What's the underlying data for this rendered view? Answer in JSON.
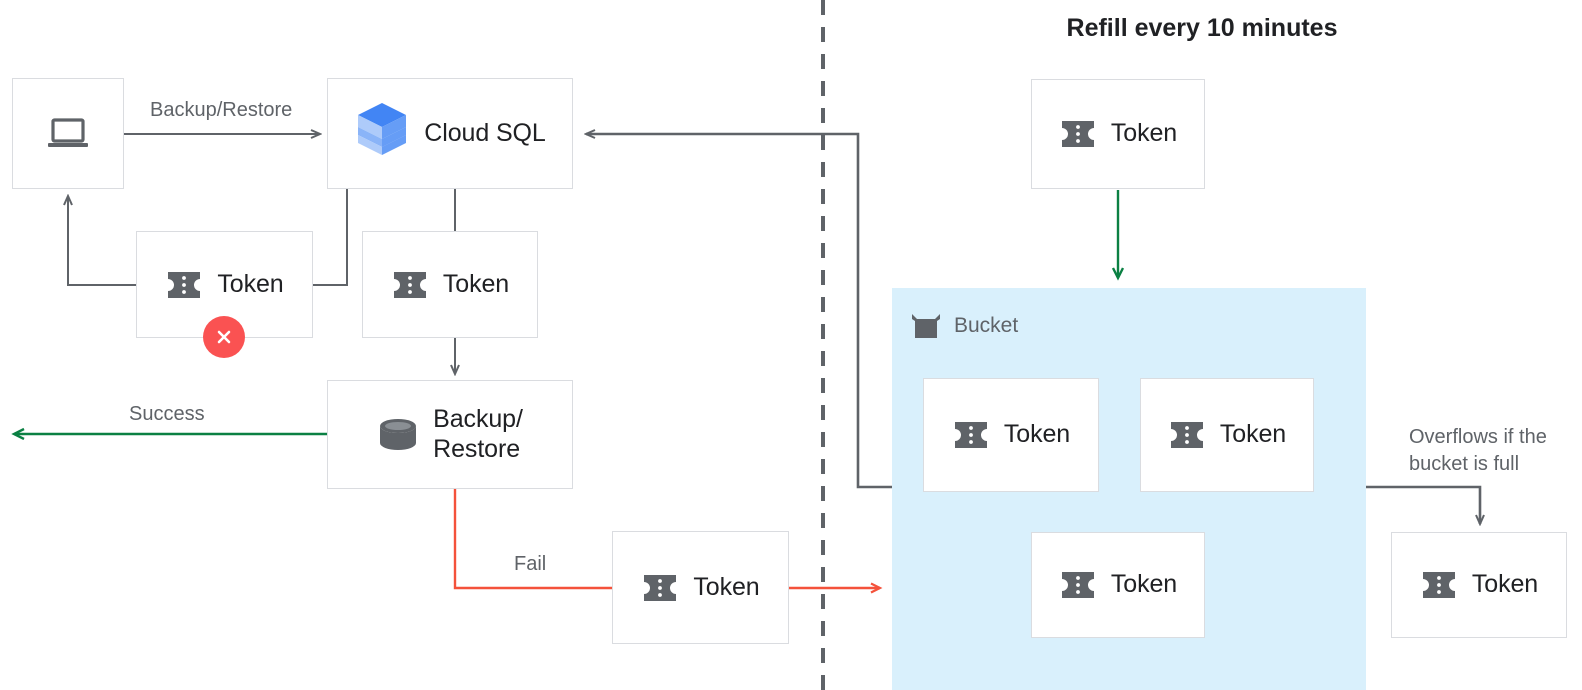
{
  "title": "Refill every 10 minutes",
  "colors": {
    "box_border": "#dadce0",
    "bucket_bg": "#d9f0fc",
    "arrow_dark": "#5f6368",
    "arrow_green": "#0b8043",
    "arrow_red": "#f4523b",
    "fail_badge": "#fa5252",
    "text_primary": "#202124",
    "text_secondary": "#5f6368",
    "sql_blue_dark": "#4285f4",
    "sql_blue_mid": "#8ab4f8",
    "sql_blue_light": "#aecbfa"
  },
  "nodes": {
    "client": {
      "label": "",
      "icon": "laptop-icon"
    },
    "cloud_sql": {
      "label": "Cloud SQL",
      "icon": "cloud-sql-icon"
    },
    "token_failed": {
      "label": "Token",
      "icon": "token-icon",
      "badge": "x-mark"
    },
    "token_issued": {
      "label": "Token",
      "icon": "token-icon"
    },
    "backup_restore": {
      "label": "Backup/\nRestore",
      "icon": "database-icon"
    },
    "token_fail_return": {
      "label": "Token",
      "icon": "token-icon"
    },
    "token_refill": {
      "label": "Token",
      "icon": "token-icon"
    },
    "bucket_token_1": {
      "label": "Token",
      "icon": "token-icon"
    },
    "bucket_token_2": {
      "label": "Token",
      "icon": "token-icon"
    },
    "bucket_token_3": {
      "label": "Token",
      "icon": "token-icon"
    },
    "token_overflow": {
      "label": "Token",
      "icon": "token-icon"
    }
  },
  "bucket": {
    "label": "Bucket",
    "icon": "bucket-icon"
  },
  "edge_labels": {
    "backup_restore": "Backup/Restore",
    "success": "Success",
    "fail": "Fail",
    "overflow": "Overflows if the\nbucket is full"
  }
}
